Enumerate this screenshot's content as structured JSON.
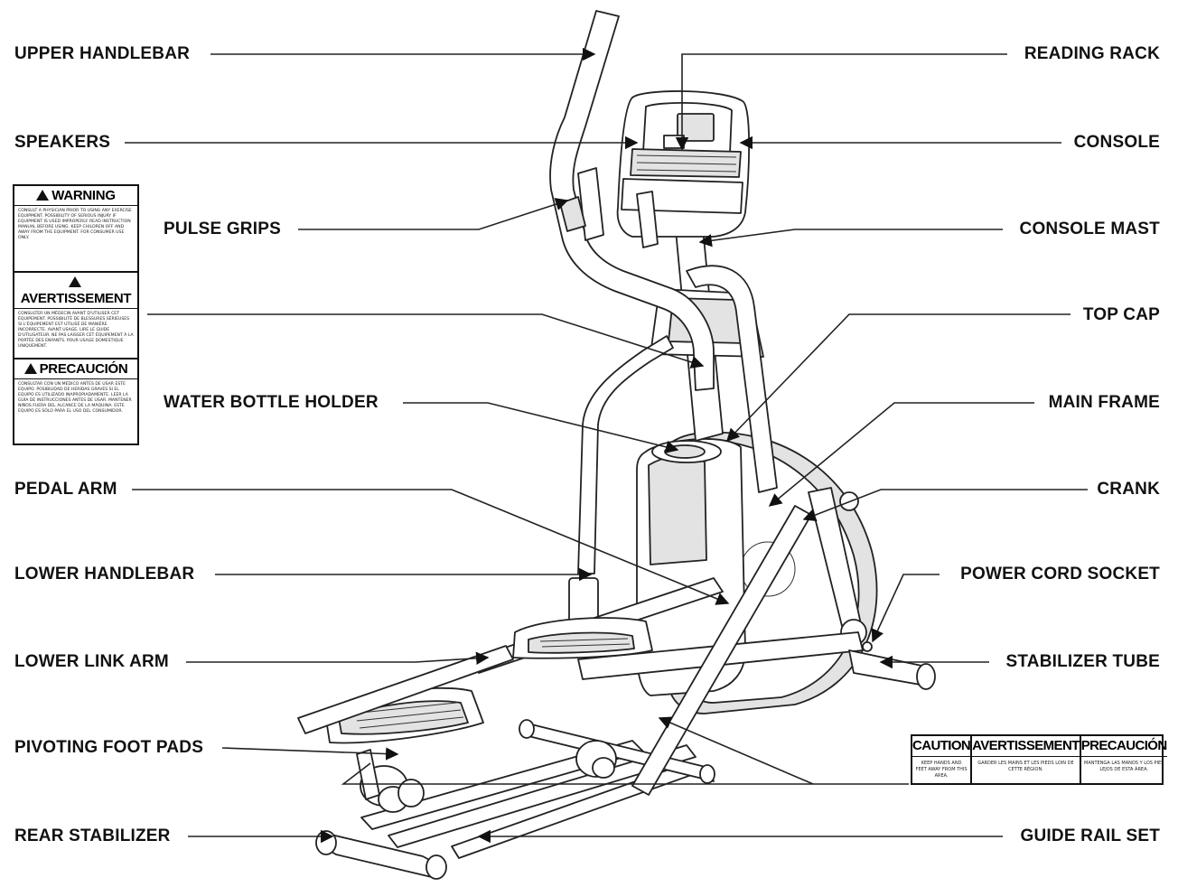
{
  "labels": {
    "upper_handlebar": "UPPER HANDLEBAR",
    "speakers": "SPEAKERS",
    "pulse_grips": "PULSE GRIPS",
    "water_bottle_holder": "WATER BOTTLE HOLDER",
    "pedal_arm": "PEDAL ARM",
    "lower_handlebar": "LOWER HANDLEBAR",
    "lower_link_arm": "LOWER LINK ARM",
    "pivoting_foot_pads": "PIVOTING FOOT PADS",
    "rear_stabilizer": "REAR STABILIZER",
    "reading_rack": "READING RACK",
    "console": "CONSOLE",
    "console_mast": "CONSOLE MAST",
    "top_cap": "TOP CAP",
    "main_frame": "MAIN FRAME",
    "crank": "CRANK",
    "power_cord_socket": "POWER CORD SOCKET",
    "stabilizer_tube": "STABILIZER TUBE",
    "guide_rail_set": "GUIDE RAIL SET"
  },
  "warning_label": {
    "sections": [
      {
        "heading": "WARNING",
        "text": "CONSULT A PHYSICIAN PRIOR TO USING ANY EXERCISE EQUIPMENT. POSSIBILITY OF SERIOUS INJURY IF EQUIPMENT IS USED IMPROPERLY. READ INSTRUCTION MANUAL BEFORE USING. KEEP CHILDREN OFF AND AWAY FROM THE EQUIPMENT. FOR CONSUMER USE ONLY."
      },
      {
        "heading": "AVERTISSEMENT",
        "text": "CONSULTER UN MÉDECIN AVANT D'UTILISER CET ÉQUIPEMENT. POSSIBILITÉ DE BLESSURES SÉRIEUSES SI L'ÉQUIPEMENT EST UTILISÉ DE MANIÈRE INCORRECTE. AVANT USAGE, LIRE LE GUIDE D'UTILISATEUR. NE PAS LAISSER CET ÉQUIPEMENT À LA PORTÉE DES ENFANTS. POUR USAGE DOMESTIQUE UNIQUEMENT."
      },
      {
        "heading": "PRECAUCIÓN",
        "text": "CONSULTAR CON UN MÉDICO ANTES DE USAR ESTE EQUIPO. POSIBILIDAD DE HERIDAS GRAVES SI EL EQUIPO ES UTILIZADO INAPROPIADAMENTE. LEER LA GUÍA DE INSTRUCCIONES ANTES DE USAR. MANTENER NIÑOS FUERA DEL ALCANCE DE LA MÁQUINA. ESTE EQUIPO ES SÓLO PARA EL USO DEL CONSUMIDOR."
      }
    ]
  },
  "caution_label": {
    "columns": [
      {
        "heading": "CAUTION",
        "text": "KEEP HANDS AND FEET AWAY FROM THIS AREA."
      },
      {
        "heading": "AVERTISSEMENT",
        "text": "GARDER LES MAINS ET LES PIEDS LOIN DE CETTE RÉGION."
      },
      {
        "heading": "PRECAUCIÓN",
        "text": "MANTENGA LAS MANOS Y LOS PIES LEJOS DE ESTA ÁREA."
      }
    ]
  }
}
